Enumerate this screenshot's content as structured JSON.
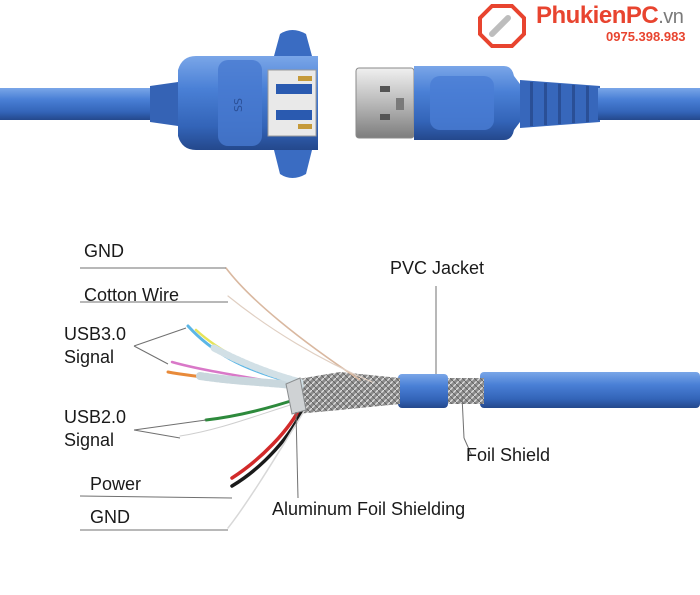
{
  "brand": {
    "name_part1": "Phukien",
    "name_part2": "PC",
    "name_part3": ".vn",
    "phone": "0975.398.983",
    "accent_color": "#e8442f"
  },
  "labels": {
    "gnd_top": "GND",
    "cotton_wire": "Cotton Wire",
    "usb3_line1": "USB3.0",
    "usb3_line2": "Signal",
    "usb2_line1": "USB2.0",
    "usb2_line2": "Signal",
    "power": "Power",
    "gnd_bottom": "GND",
    "pvc_jacket": "PVC Jacket",
    "foil_shield": "Foil Shield",
    "aluminum_foil": "Aluminum Foil Shielding"
  },
  "colors": {
    "cable_blue": "#3f73c9",
    "cable_dark": "#2c56a3",
    "cable_light": "#6c9be0"
  }
}
